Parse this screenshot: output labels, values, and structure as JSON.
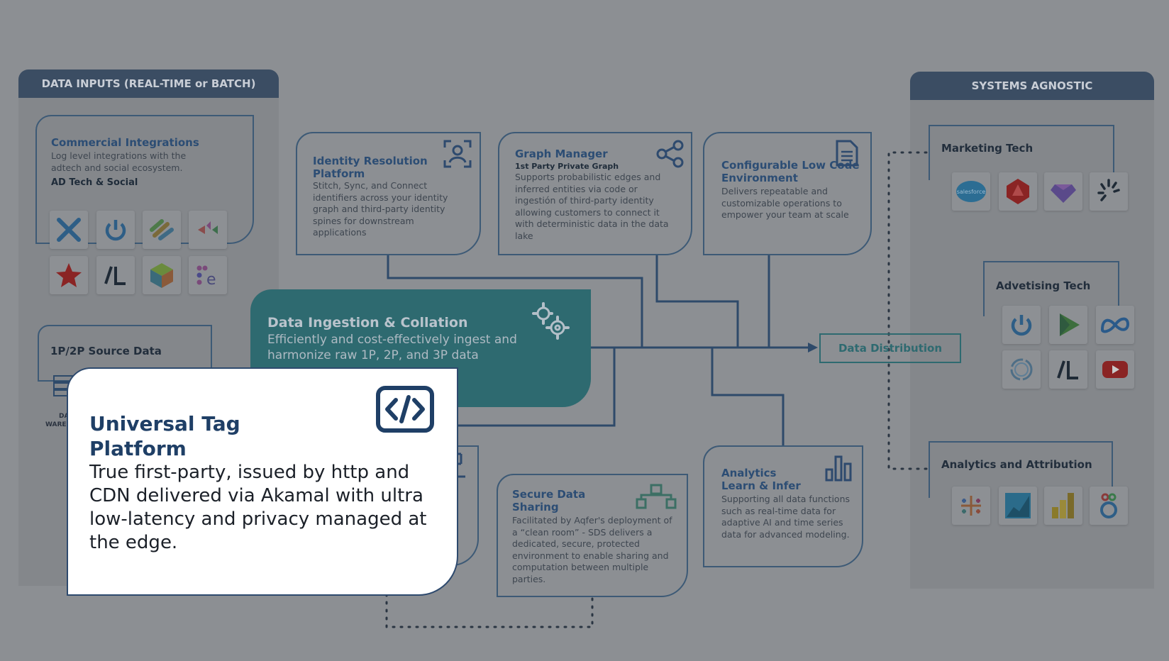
{
  "inputs": {
    "tab": "DATA INPUTS (REAL-TIME or  BATCH)",
    "commercial": {
      "title": "Commercial Integrations",
      "text": "Log level integrations with the adtech and social ecosystem.",
      "subtitle": "AD Tech & Social"
    },
    "source": {
      "title": "1P/2P Source Data",
      "partial_label_1": "DA",
      "partial_label_2": "WARE"
    }
  },
  "identity": {
    "title": "Identity Resolution Platform",
    "text": "Stitch, Sync, and Connect identifiers across your identity graph and third-party identity spines for downstream applications"
  },
  "graph": {
    "title": "Graph Manager",
    "subtitle": "1st Party Private Graph",
    "text": "Supports probabilistic edges and inferred entities via code or ingestión of third-party identity allowing customers to connect it with deterministic data in the data lake"
  },
  "config": {
    "title": "Configurable Low Code Environment",
    "text": "Delivers repeatable and customizable operations to empower your team at scale"
  },
  "ingest": {
    "title": "Data Ingestion & Collation",
    "text": "Efficiently and cost-effectively ingest and harmonize raw 1P, 2P, and 3P data"
  },
  "distribution": {
    "label": "Data Distribution"
  },
  "secure": {
    "title": "Secure Data Sharing",
    "text": "Facilitated by Aqfer's deployment of a “clean room” - SDS delivers a dedicated, secure, protected environment to enable sharing and computation between multiple parties."
  },
  "analytics": {
    "title": "Analytics Learn & Infer",
    "text": "Supporting all data functions such as real-time data for adaptive AI and time series data for advanced modeling."
  },
  "systems": {
    "tab": "SYSTEMS AGNOSTIC",
    "marketing": "Marketing Tech",
    "advertising": "Advetising Tech",
    "analytics": "Analytics and Attribution"
  },
  "popup": {
    "title": "Universal Tag Platform",
    "text": "True first-party, issued by http and CDN delivered via Akamal with ultra low-latency and privacy managed at the edge."
  },
  "colors": {
    "background": "#8c8f93",
    "navy": "#3b4d63",
    "teal": "#2e6a70",
    "title_blue": "#2c4d74",
    "popup_title": "#1f3f66"
  }
}
